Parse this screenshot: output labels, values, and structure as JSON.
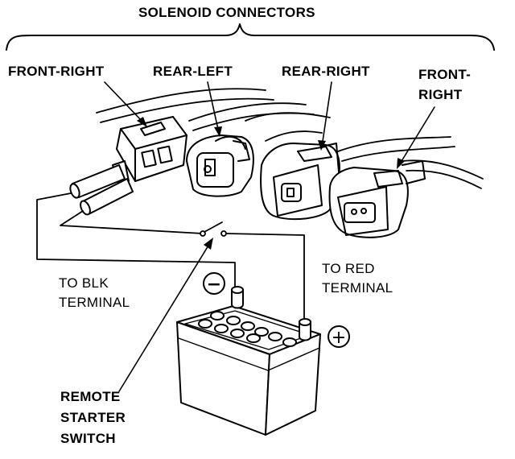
{
  "title": "SOLENOID CONNECTORS",
  "connectors": {
    "front_right_1": "FRONT-RIGHT",
    "rear_left": "REAR-LEFT",
    "rear_right": "REAR-RIGHT",
    "front_right_2_line1": "FRONT-",
    "front_right_2_line2": "RIGHT"
  },
  "terminals": {
    "blk_line1": "TO BLK",
    "blk_line2": "TERMINAL",
    "red_line1": "TO RED",
    "red_line2": "TERMINAL"
  },
  "switch": {
    "line1": "REMOTE",
    "line2": "STARTER",
    "line3": "SWITCH"
  },
  "battery": {
    "negative_symbol": "−",
    "positive_symbol": "+"
  }
}
